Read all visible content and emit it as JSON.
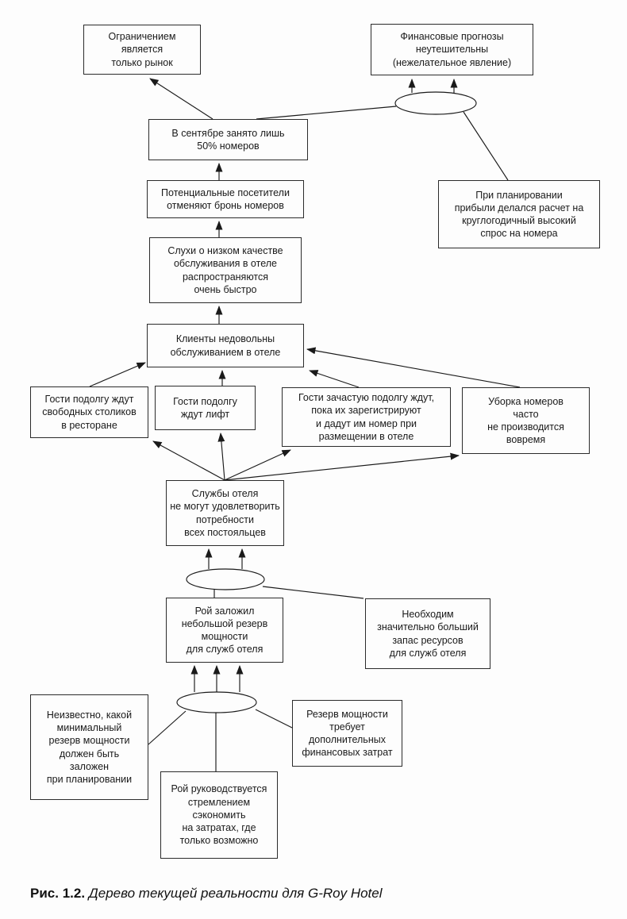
{
  "figure": {
    "caption_label": "Рис. 1.2.",
    "caption_text": "Дерево текущей реальности для G-Roy Hotel"
  },
  "diagram": {
    "type": "current-reality-tree",
    "line_color": "#1a1a1a",
    "box_border_color": "#2b2b2b",
    "nodes": {
      "constraint_market": {
        "text": "Ограничением\nявляется\nтолько рынок"
      },
      "financial_forecasts": {
        "text": "Финансовые прогнозы\nнеутешительны\n(нежелательное явление)"
      },
      "september_occupancy": {
        "text": "В сентябре занято лишь\n50% номеров"
      },
      "profit_planning_assumption": {
        "text": "При планировании\nприбыли делался расчет на\nкруглогодичный высокий\nспрос на номера"
      },
      "cancelled_bookings": {
        "text": "Потенциальные посетители\nотменяют бронь номеров"
      },
      "rumors_spread": {
        "text": "Слухи о низком качестве\nобслуживания в отеле\nраспространяются\nочень быстро"
      },
      "clients_unhappy": {
        "text": "Клиенты недовольны\nобслуживанием в отеле"
      },
      "wait_restaurant_tables": {
        "text": "Гости подолгу ждут\nсвободных столиков\nв ресторане"
      },
      "wait_elevator": {
        "text": "Гости подолгу\nждут лифт"
      },
      "wait_checkin": {
        "text": "Гости зачастую подолгу ждут,\nпока их зарегистрируют\nи дадут им номер при\nразмещении в отеле"
      },
      "room_cleaning_late": {
        "text": "Уборка номеров\nчасто\nне производится\nвовремя"
      },
      "hotel_services_capacity": {
        "text": "Службы отеля\nне могут удовлетворить\nпотребности\nвсех постояльцев"
      },
      "roy_small_reserve": {
        "text": "Рой заложил\nнебольшой резерв\nмощности\nдля служб отеля"
      },
      "need_bigger_reserve": {
        "text": "Необходим\nзначительно больший\nзапас ресурсов\nдля служб отеля"
      },
      "unknown_min_reserve": {
        "text": "Неизвестно, какой\nминимальный\nрезерв мощности\nдолжен быть\nзаложен\nпри планировании"
      },
      "reserve_costs_money": {
        "text": "Резерв мощности\nтребует\nдополнительных\nфинансовых затрат"
      },
      "roy_saves_costs": {
        "text": "Рой руководствуется\nстремлением\nсэкономить\nна затратах, где\nтолько возможно"
      }
    },
    "and_connectors": [
      "and_1",
      "and_2",
      "and_3"
    ],
    "edges": [
      {
        "from": "september_occupancy",
        "to": "constraint_market"
      },
      {
        "from": "september_occupancy",
        "to": "and_1"
      },
      {
        "from": "profit_planning_assumption",
        "to": "and_1"
      },
      {
        "from": "and_1",
        "to": "financial_forecasts"
      },
      {
        "from": "cancelled_bookings",
        "to": "september_occupancy"
      },
      {
        "from": "rumors_spread",
        "to": "cancelled_bookings"
      },
      {
        "from": "clients_unhappy",
        "to": "rumors_spread"
      },
      {
        "from": "wait_restaurant_tables",
        "to": "clients_unhappy"
      },
      {
        "from": "wait_elevator",
        "to": "clients_unhappy"
      },
      {
        "from": "wait_checkin",
        "to": "clients_unhappy"
      },
      {
        "from": "room_cleaning_late",
        "to": "clients_unhappy"
      },
      {
        "from": "hotel_services_capacity",
        "to": "wait_restaurant_tables"
      },
      {
        "from": "hotel_services_capacity",
        "to": "wait_elevator"
      },
      {
        "from": "hotel_services_capacity",
        "to": "wait_checkin"
      },
      {
        "from": "hotel_services_capacity",
        "to": "room_cleaning_late"
      },
      {
        "from": "roy_small_reserve",
        "to": "and_2"
      },
      {
        "from": "need_bigger_reserve",
        "to": "and_2"
      },
      {
        "from": "and_2",
        "to": "hotel_services_capacity"
      },
      {
        "from": "unknown_min_reserve",
        "to": "and_3"
      },
      {
        "from": "roy_saves_costs",
        "to": "and_3"
      },
      {
        "from": "reserve_costs_money",
        "to": "and_3"
      },
      {
        "from": "and_3",
        "to": "roy_small_reserve"
      }
    ]
  }
}
